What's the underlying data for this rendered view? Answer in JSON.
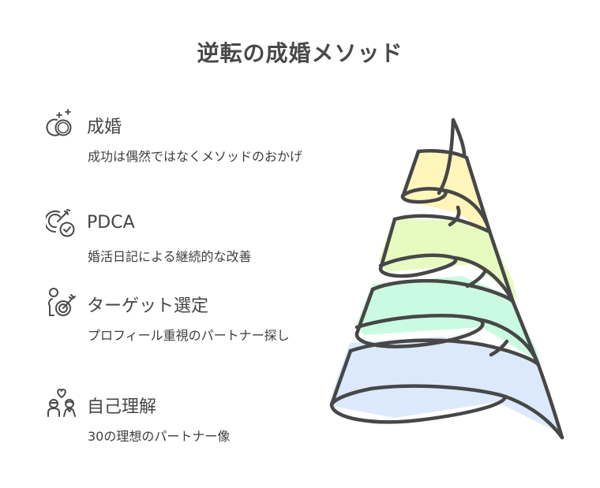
{
  "title": "逆転の成婚メソッド",
  "items": [
    {
      "icon": "rings-sparkle-icon",
      "heading": "成婚",
      "description": "成功は偶然ではなくメソッドのおかげ",
      "color": "#fff5b8"
    },
    {
      "icon": "target-check-icon",
      "heading": "PDCA",
      "description": "婚活日記による継続的な改善",
      "color": "#e6fbbe"
    },
    {
      "icon": "person-target-icon",
      "heading": "ターゲット選定",
      "description": "プロフィール重視のパートナー探し",
      "color": "#c8fae0"
    },
    {
      "icon": "couple-heart-icon",
      "heading": "自己理解",
      "description": "30の理想のパートナー像",
      "color": "#dbe8fc"
    }
  ],
  "diagram": {
    "type": "spiral-cone",
    "layers_top_to_bottom": [
      "成婚",
      "PDCA",
      "ターゲット選定",
      "自己理解"
    ],
    "stroke_color": "#474747"
  }
}
